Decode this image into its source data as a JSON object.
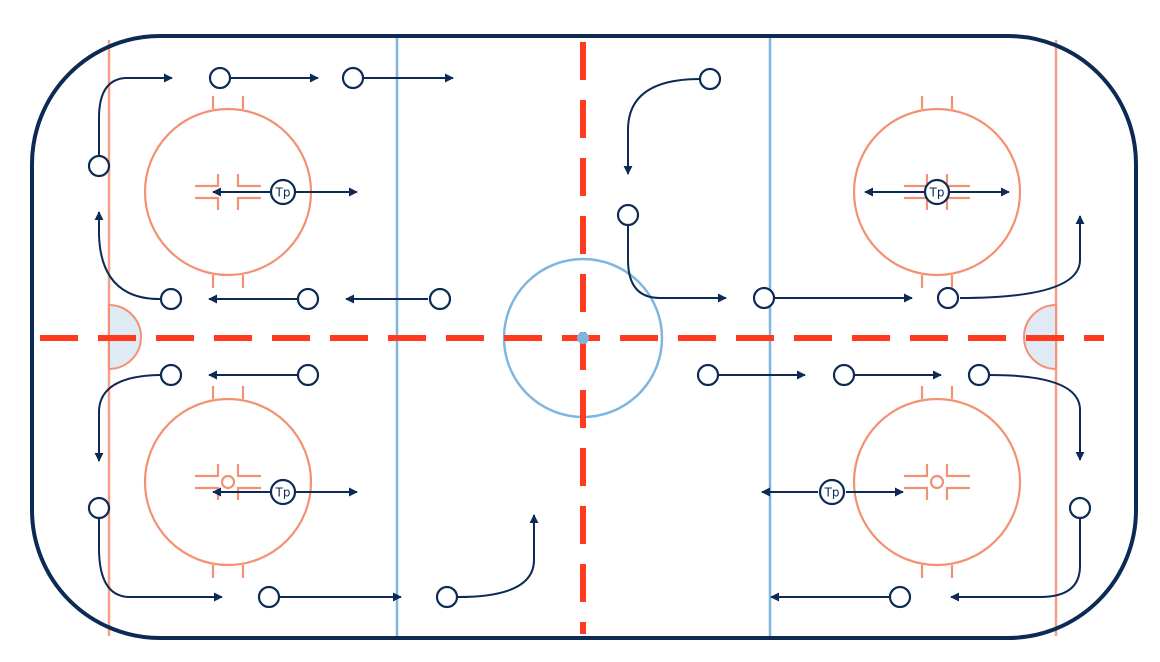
{
  "colors": {
    "boards": "#0d2a55",
    "red_line": "#ff3a1e",
    "blue_line": "#7fb6e0",
    "goal_line": "#f6a088",
    "circle": "#f39272",
    "crease_fill": "#dfeaf4",
    "crease_stroke": "#f39272",
    "drill_ink": "#0d2a55",
    "center_dot": "#7fb6e0"
  },
  "labels": {
    "tp_top_left": "Tp",
    "tp_bottom_left": "Tp",
    "tp_top_right": "Tp",
    "tp_bottom_center": "Tp"
  },
  "icons": {
    "player": "circle-player-icon",
    "passer": "tp-marker-icon",
    "movement": "arrow-icon"
  }
}
